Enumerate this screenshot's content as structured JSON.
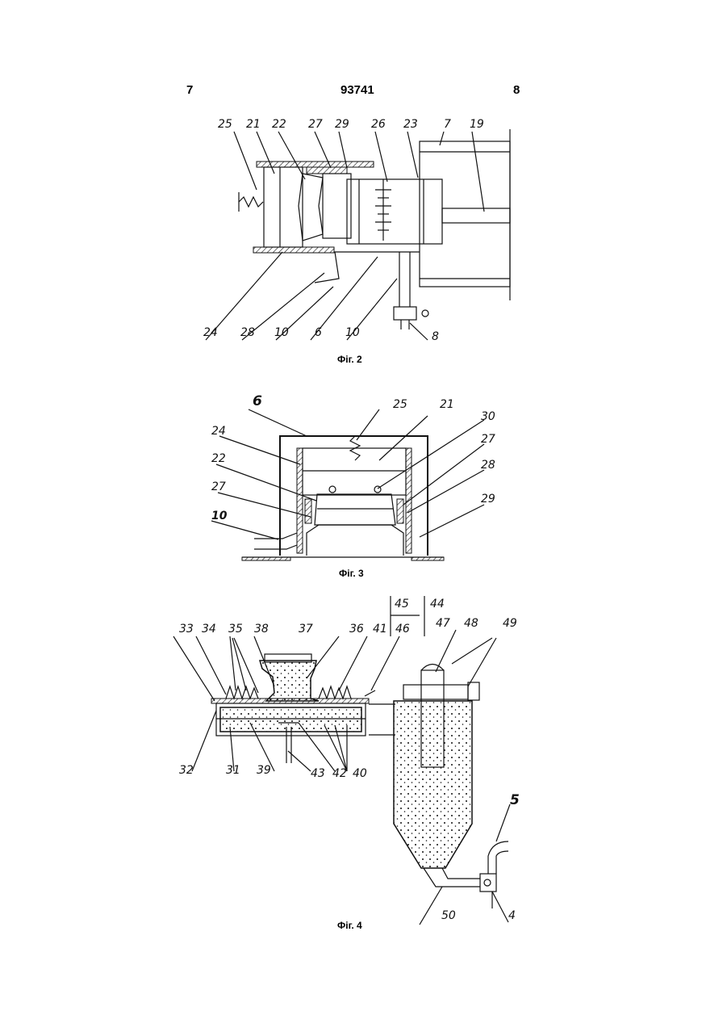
{
  "header": {
    "page_left": "7",
    "doc_number": "93741",
    "page_right": "8"
  },
  "figures": [
    {
      "caption": "Фіг. 2",
      "labels": [
        "25",
        "21",
        "22",
        "27",
        "29",
        "26",
        "23",
        "7",
        "19",
        "24",
        "28",
        "10",
        "6",
        "10",
        "8"
      ]
    },
    {
      "caption": "Фіг. 3",
      "labels": [
        "6",
        "25",
        "21",
        "30",
        "24",
        "27",
        "22",
        "28",
        "27",
        "29",
        "10"
      ]
    },
    {
      "caption": "Фіг. 4",
      "labels": [
        "45",
        "44",
        "33",
        "34",
        "35",
        "38",
        "37",
        "36",
        "41",
        "46",
        "47",
        "48",
        "49",
        "32",
        "31",
        "39",
        "43",
        "42",
        "40",
        "5",
        "50",
        "4"
      ]
    }
  ]
}
